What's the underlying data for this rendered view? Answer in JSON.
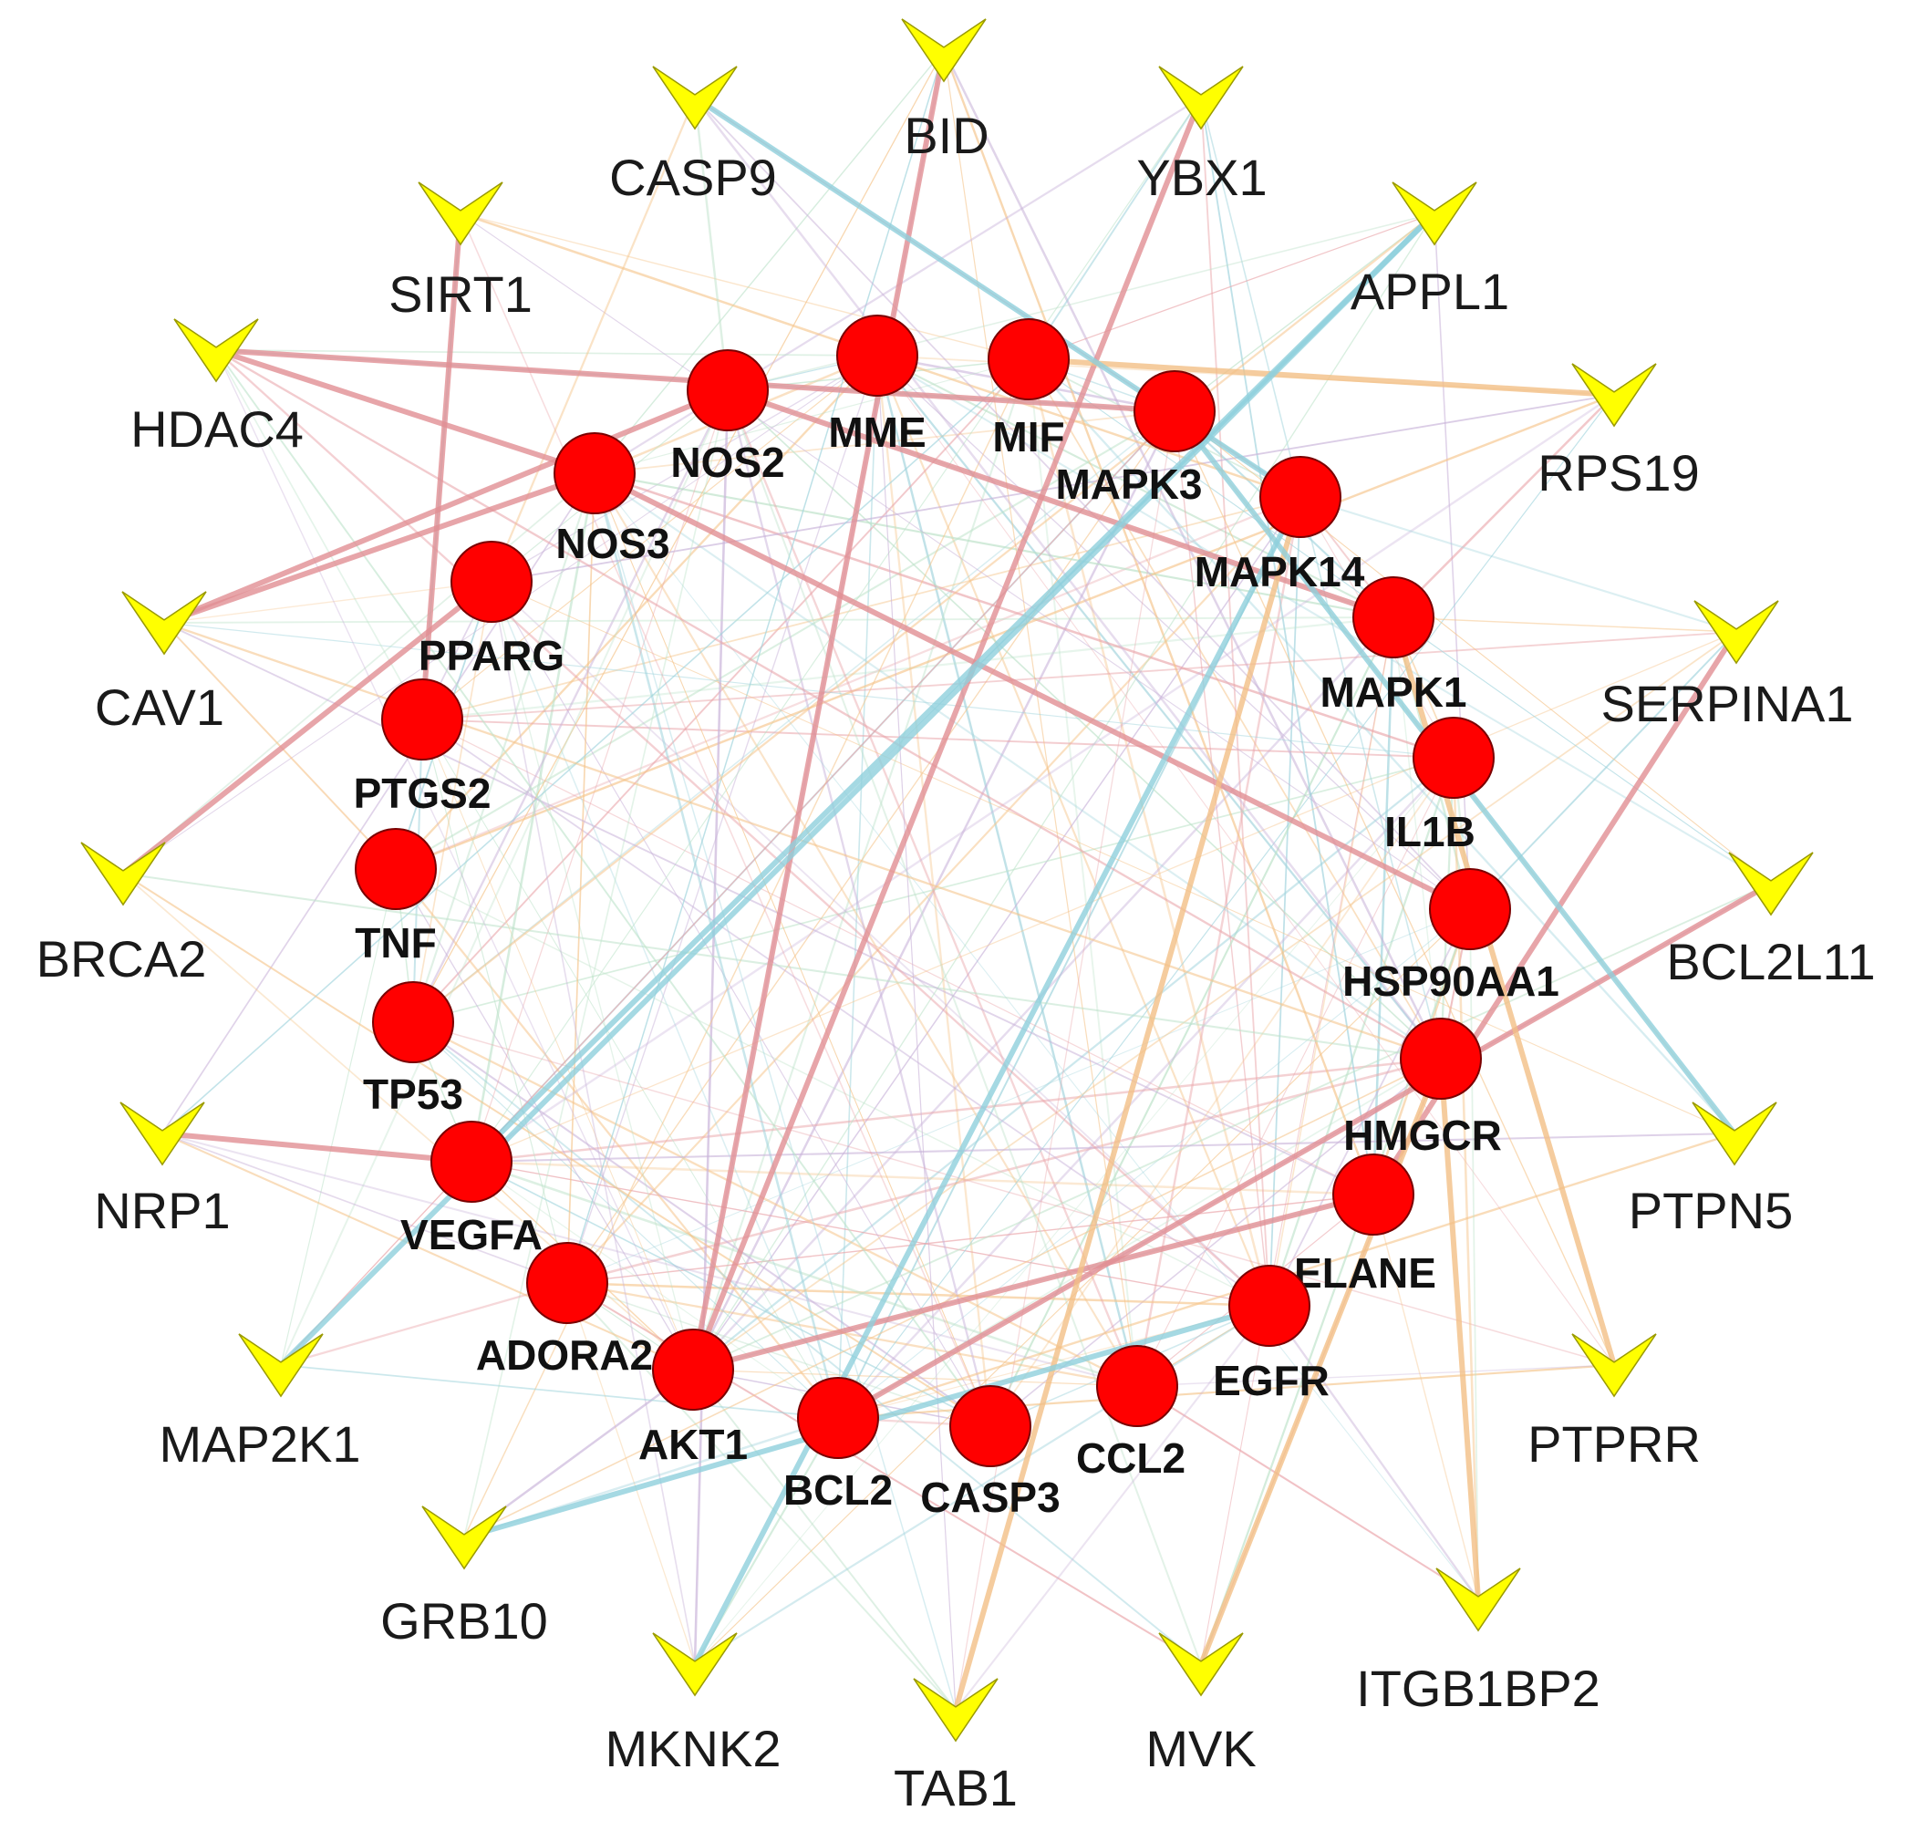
{
  "diagram": {
    "colors": {
      "inner_node": "#ff0000",
      "outer_node": "#ffff00",
      "edge_palette": [
        "#e9a3a8",
        "#9fd3dc",
        "#f5c48a",
        "#c9b3d9",
        "#bde2c9"
      ],
      "strong_edge": "#e18e93",
      "strong_edge_blue": "#8fd0dc",
      "strong_edge_orange": "#f3bf86"
    },
    "inner_nodes": [
      {
        "id": "MME",
        "label": "MME"
      },
      {
        "id": "MIF",
        "label": "MIF"
      },
      {
        "id": "MAPK3",
        "label": "MAPK3"
      },
      {
        "id": "MAPK14",
        "label": "MAPK14"
      },
      {
        "id": "MAPK1",
        "label": "MAPK1"
      },
      {
        "id": "IL1B",
        "label": "IL1B"
      },
      {
        "id": "HSP90AA1",
        "label": "HSP90AA1"
      },
      {
        "id": "HMGCR",
        "label": "HMGCR"
      },
      {
        "id": "ELANE",
        "label": "ELANE"
      },
      {
        "id": "EGFR",
        "label": "EGFR"
      },
      {
        "id": "CCL2",
        "label": "CCL2"
      },
      {
        "id": "CASP3",
        "label": "CASP3"
      },
      {
        "id": "BCL2",
        "label": "BCL2"
      },
      {
        "id": "AKT1",
        "label": "AKT1"
      },
      {
        "id": "ADORA2",
        "label": "ADORA2"
      },
      {
        "id": "VEGFA",
        "label": "VEGFA"
      },
      {
        "id": "TP53",
        "label": "TP53"
      },
      {
        "id": "TNF",
        "label": "TNF"
      },
      {
        "id": "PTGS2",
        "label": "PTGS2"
      },
      {
        "id": "PPARG",
        "label": "PPARG"
      },
      {
        "id": "NOS3",
        "label": "NOS3"
      },
      {
        "id": "NOS2",
        "label": "NOS2"
      }
    ],
    "outer_nodes": [
      {
        "id": "BID",
        "label": "BID"
      },
      {
        "id": "YBX1",
        "label": "YBX1"
      },
      {
        "id": "APPL1",
        "label": "APPL1"
      },
      {
        "id": "RPS19",
        "label": "RPS19"
      },
      {
        "id": "SERPINA1",
        "label": "SERPINA1"
      },
      {
        "id": "BCL2L11",
        "label": "BCL2L11"
      },
      {
        "id": "PTPN5",
        "label": "PTPN5"
      },
      {
        "id": "PTPRR",
        "label": "PTPRR"
      },
      {
        "id": "ITGB1BP2",
        "label": "ITGB1BP2"
      },
      {
        "id": "MVK",
        "label": "MVK"
      },
      {
        "id": "TAB1",
        "label": "TAB1"
      },
      {
        "id": "MKNK2",
        "label": "MKNK2"
      },
      {
        "id": "GRB10",
        "label": "GRB10"
      },
      {
        "id": "MAP2K1",
        "label": "MAP2K1"
      },
      {
        "id": "NRP1",
        "label": "NRP1"
      },
      {
        "id": "BRCA2",
        "label": "BRCA2"
      },
      {
        "id": "CAV1",
        "label": "CAV1"
      },
      {
        "id": "HDAC4",
        "label": "HDAC4"
      },
      {
        "id": "SIRT1",
        "label": "SIRT1"
      },
      {
        "id": "CASP9",
        "label": "CASP9"
      }
    ],
    "strong_edges": [
      {
        "source": "HDAC4",
        "target": "MAPK3",
        "color": "red"
      },
      {
        "source": "HDAC4",
        "target": "NOS3",
        "color": "red"
      },
      {
        "source": "CAV1",
        "target": "NOS3",
        "color": "red"
      },
      {
        "source": "CAV1",
        "target": "NOS2",
        "color": "red"
      },
      {
        "source": "NOS3",
        "target": "HSP90AA1",
        "color": "red"
      },
      {
        "source": "NOS2",
        "target": "MAPK1",
        "color": "red"
      },
      {
        "source": "YBX1",
        "target": "AKT1",
        "color": "red"
      },
      {
        "source": "BID",
        "target": "AKT1",
        "color": "red"
      },
      {
        "source": "SIRT1",
        "target": "PTGS2",
        "color": "red"
      },
      {
        "source": "BRCA2",
        "target": "PPARG",
        "color": "red"
      },
      {
        "source": "NRP1",
        "target": "VEGFA",
        "color": "red"
      },
      {
        "source": "SERPINA1",
        "target": "ELANE",
        "color": "red"
      },
      {
        "source": "BCL2L11",
        "target": "BCL2",
        "color": "red"
      },
      {
        "source": "ELANE",
        "target": "AKT1",
        "color": "red"
      },
      {
        "source": "MIF",
        "target": "RPS19",
        "color": "orange"
      },
      {
        "source": "HMGCR",
        "target": "ITGB1BP2",
        "color": "orange"
      },
      {
        "source": "HMGCR",
        "target": "MVK",
        "color": "orange"
      },
      {
        "source": "MAPK14",
        "target": "TAB1",
        "color": "orange"
      },
      {
        "source": "MAPK1",
        "target": "PTPRR",
        "color": "orange"
      },
      {
        "source": "APPL1",
        "target": "VEGFA",
        "color": "blue"
      },
      {
        "source": "APPL1",
        "target": "MAP2K1",
        "color": "blue"
      },
      {
        "source": "GRB10",
        "target": "EGFR",
        "color": "blue"
      },
      {
        "source": "CASP9",
        "target": "MAPK14",
        "color": "blue"
      },
      {
        "source": "MAPK3",
        "target": "PTPN5",
        "color": "blue"
      },
      {
        "source": "MAPK14",
        "target": "MKNK2",
        "color": "blue"
      }
    ]
  }
}
